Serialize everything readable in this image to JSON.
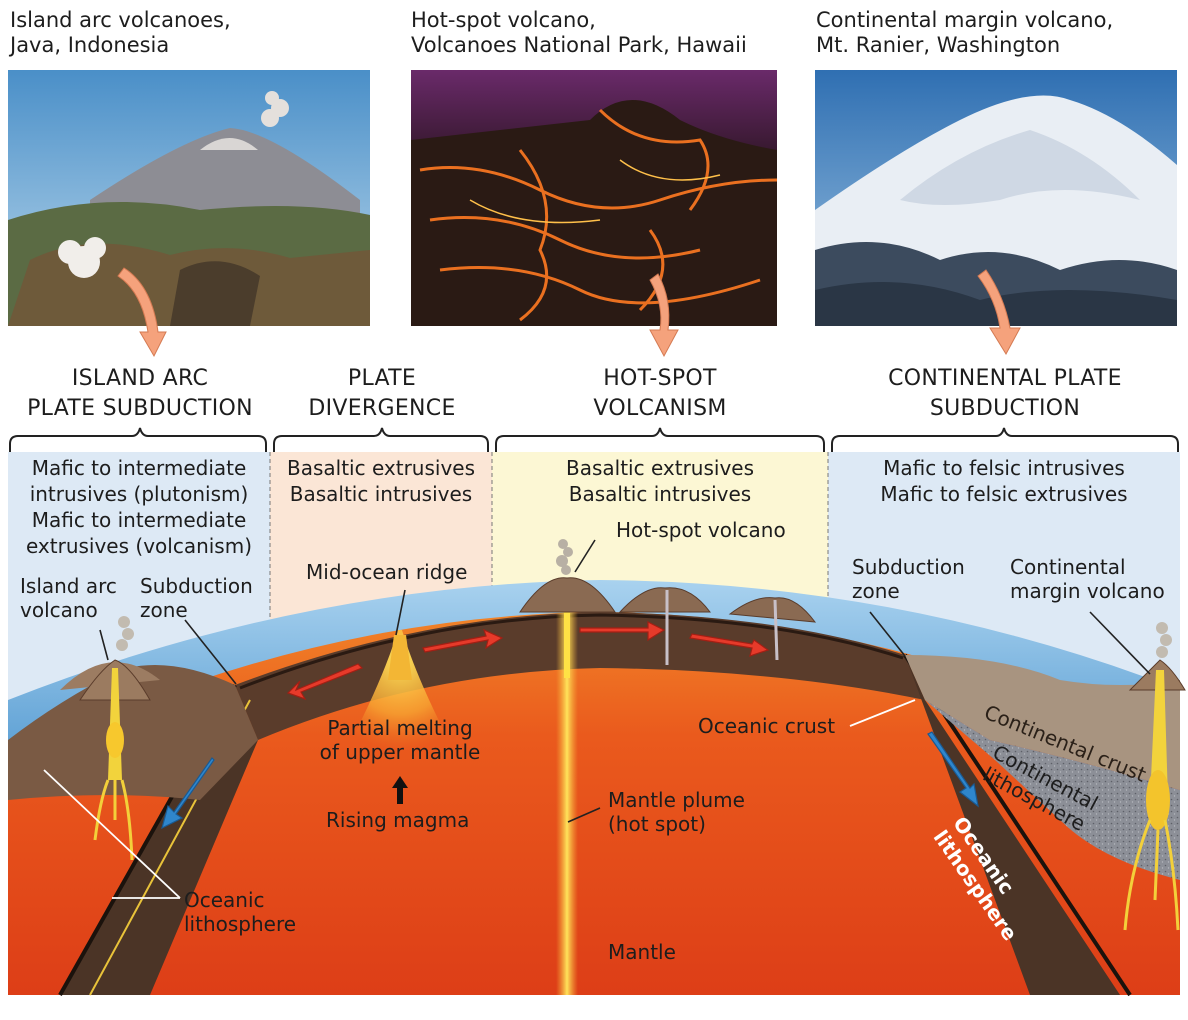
{
  "photos": {
    "java": {
      "caption_line1": "Island arc volcanoes,",
      "caption_line2": "Java, Indonesia"
    },
    "hawaii": {
      "caption_line1": "Hot-spot volcano,",
      "caption_line2": "Volcanoes National Park, Hawaii"
    },
    "ranier": {
      "caption_line1": "Continental margin volcano,",
      "caption_line2": "Mt. Ranier, Washington"
    }
  },
  "sections": {
    "island_arc": {
      "head_line1": "ISLAND ARC",
      "head_line2": "PLATE SUBDUCTION",
      "rocks": [
        "Mafic to intermediate",
        "intrusives (plutonism)",
        "Mafic to intermediate",
        "extrusives (volcanism)"
      ]
    },
    "divergence": {
      "head_line1": "PLATE",
      "head_line2": "DIVERGENCE",
      "rocks": [
        "Basaltic extrusives",
        "Basaltic intrusives"
      ]
    },
    "hotspot": {
      "head_line1": "HOT-SPOT",
      "head_line2": "VOLCANISM",
      "rocks": [
        "Basaltic extrusives",
        "Basaltic intrusives"
      ]
    },
    "continental": {
      "head_line1": "CONTINENTAL PLATE",
      "head_line2": "SUBDUCTION",
      "rocks": [
        "Mafic to felsic intrusives",
        "Mafic to felsic extrusives"
      ]
    }
  },
  "labels": {
    "island_arc_volcano": [
      "Island arc",
      "volcano"
    ],
    "subduction_zone_left": [
      "Subduction",
      "zone"
    ],
    "mid_ocean_ridge": "Mid-ocean ridge",
    "hot_spot_volcano": "Hot-spot volcano",
    "subduction_zone_right": [
      "Subduction",
      "zone"
    ],
    "continental_margin_volcano": [
      "Continental",
      "margin volcano"
    ],
    "partial_melting": [
      "Partial melting",
      "of upper mantle"
    ],
    "rising_magma": "Rising magma",
    "mantle_plume": [
      "Mantle plume",
      "(hot spot)"
    ],
    "oceanic_crust": "Oceanic crust",
    "continental_crust": "Continental crust",
    "continental_lithosphere": [
      "Continental",
      "lithosphere"
    ],
    "oceanic_lithosphere_left": [
      "Oceanic",
      "lithosphere"
    ],
    "oceanic_lithosphere_right": "Oceanic lithosphere",
    "mantle": "Mantle"
  },
  "colors": {
    "ocean": "#8cc0e4",
    "mantle": "#e9561c",
    "lithosphere": "#4b3426",
    "magma": "#f7d23a",
    "arrow_red": "#e63a2a",
    "arrow_blue": "#2f86cc",
    "callout_arrow": "#f5a27c",
    "panel_blue": "#dde9f5",
    "panel_peach": "#fbe6d6",
    "panel_yellow": "#fcf7d4"
  }
}
